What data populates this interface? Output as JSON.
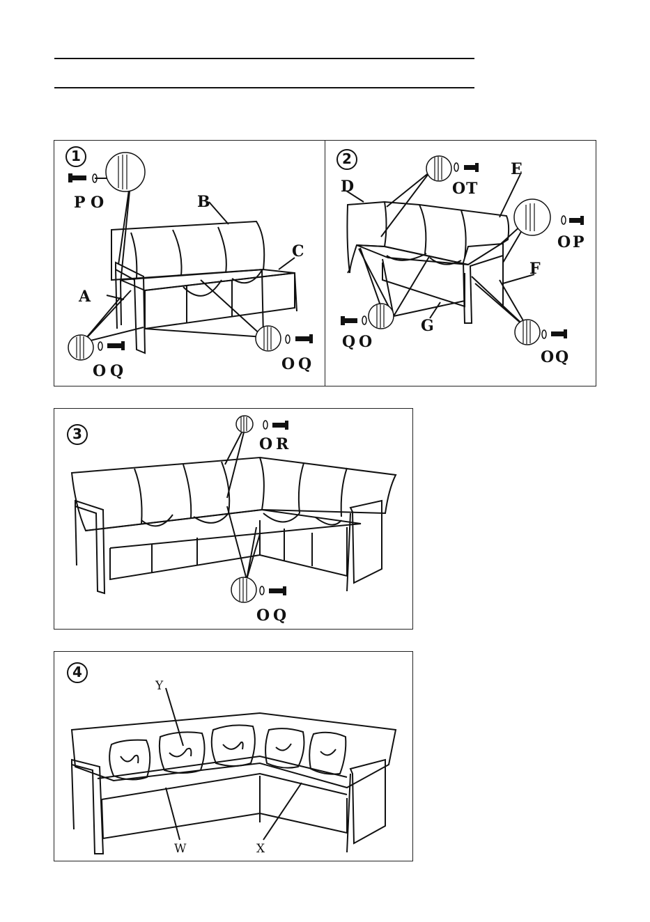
{
  "steps": [
    {
      "number": "1",
      "labels": [
        "P",
        "O",
        "B",
        "C",
        "A",
        "O",
        "Q",
        "O",
        "Q"
      ]
    },
    {
      "number": "2",
      "labels": [
        "D",
        "O",
        "T",
        "E",
        "O",
        "P",
        "F",
        "Q",
        "O",
        "G",
        "O",
        "Q"
      ]
    },
    {
      "number": "3",
      "labels": [
        "O",
        "R",
        "O",
        "Q"
      ]
    },
    {
      "number": "4",
      "labels": [
        "Y",
        "W",
        "X"
      ]
    }
  ]
}
